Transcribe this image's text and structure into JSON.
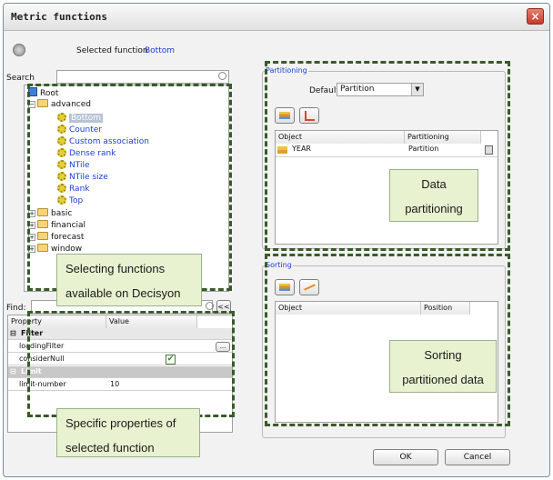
{
  "window": {
    "title": "Metric functions",
    "close_glyph": "×"
  },
  "selected": {
    "label": "Selected function",
    "value": "Bottom"
  },
  "search": {
    "label": "Search",
    "value": ""
  },
  "tree": {
    "root": "Root",
    "advanced": "advanced",
    "functions": [
      "Bottom",
      "Counter",
      "Custom association",
      "Dense rank",
      "NTile",
      "NTile size",
      "Rank",
      "Top"
    ],
    "others": [
      "basic",
      "financial",
      "forecast",
      "window"
    ]
  },
  "find": {
    "label": "Find:",
    "value": "",
    "prev_label": "<<"
  },
  "properties": {
    "col_property": "Property",
    "col_value": "Value",
    "group_filter": "Filter",
    "loading_filter": "loadingFilter",
    "loading_filter_btn": "...",
    "consider_null": "considerNull",
    "group_limit": "Limit",
    "limit_number": "limit-number",
    "limit_value": "10"
  },
  "partitioning": {
    "legend": "Partitioning",
    "default_label": "Default",
    "default_value": "Partition",
    "col_object": "Object",
    "col_partitioning": "Partitioning",
    "row_object": "YEAR",
    "row_partitioning": "Partition"
  },
  "sorting": {
    "legend": "Sorting",
    "col_object": "Object",
    "col_position": "Position"
  },
  "buttons": {
    "ok": "OK",
    "cancel": "Cancel"
  },
  "annotations": {
    "selecting": [
      "Selecting functions",
      "available on Decisyon"
    ],
    "specific": [
      "Specific properties of",
      "selected function"
    ],
    "data_partitioning": [
      "Data",
      "partitioning"
    ],
    "sorting_partitioned": [
      "Sorting",
      "partitioned data"
    ]
  },
  "colors": {
    "annotation_bg": "#e8f2d0",
    "dash": "#3a5a2a",
    "link_blue": "#1b3fd4"
  }
}
